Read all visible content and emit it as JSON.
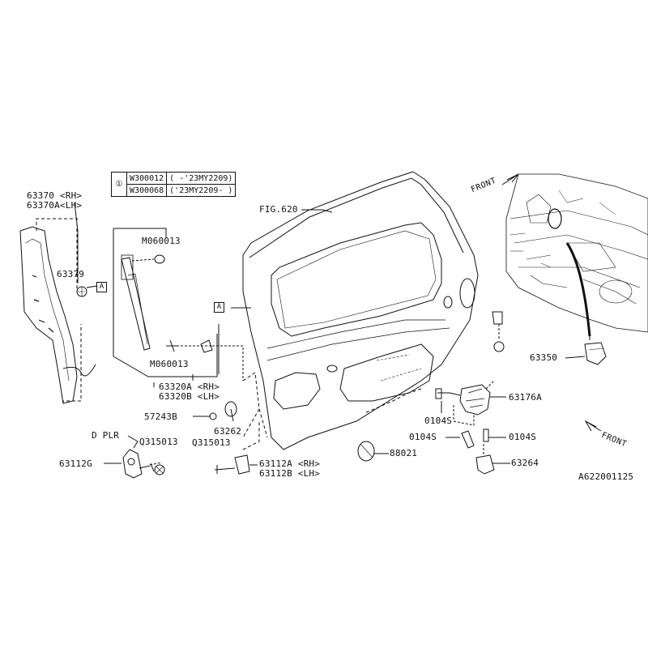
{
  "note_table": {
    "marker": "①",
    "rows": [
      {
        "part": "W300012",
        "range": "( -'23MY2209)"
      },
      {
        "part": "W300068",
        "range": "('23MY2209- )"
      }
    ]
  },
  "reference_marker": "A",
  "direction_label": "FRONT",
  "figure_code": "A622001125",
  "labels": {
    "p63370": "63370 <RH>",
    "p63370a": "63370A<LH>",
    "p63379": "63379",
    "m060013_top": "M060013",
    "m060013_bottom": "M060013",
    "p63320a": "63320A <RH>",
    "p63320b": "63320B <LH>",
    "fig620": "FIG.620",
    "p57243b": "57243B",
    "p63262": "63262",
    "d_plr": "D PLR",
    "q315013_left": "Q315013",
    "q315013_mid": "Q315013",
    "p63112g": "63112G",
    "p63112a": "63112A <RH>",
    "p63112b": "63112B <LH>",
    "p88021": "88021",
    "p63176a": "63176A",
    "p0104s_a": "0104S",
    "p0104s_b": "0104S",
    "p0104s_c": "0104S",
    "p63264": "63264",
    "p63350": "63350"
  }
}
